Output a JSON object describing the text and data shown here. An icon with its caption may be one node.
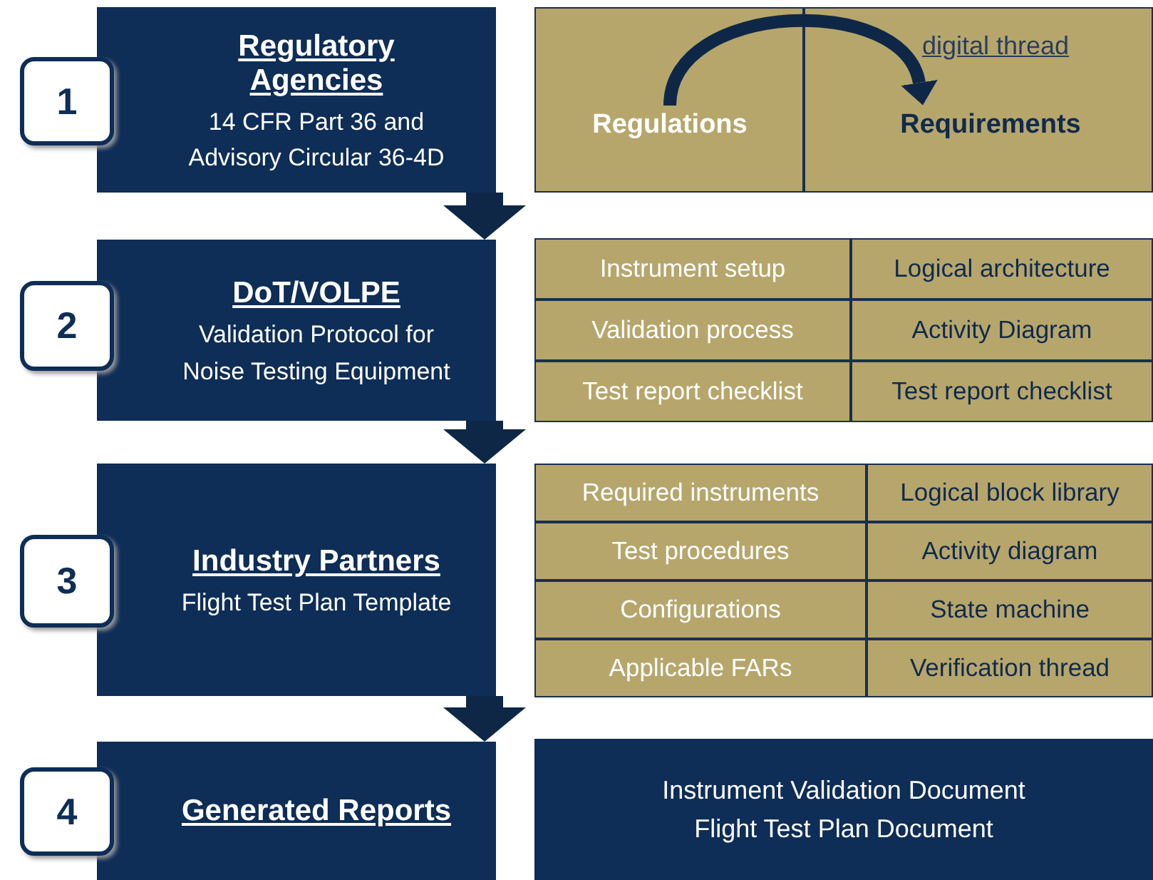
{
  "diagram": {
    "nodes": [
      {
        "text": [
          "1"
        ]
      },
      {
        "text": [
          "Regulatory Agencies",
          "14 CFR Part 36 and Advisory Circular 36-4D"
        ]
      },
      {
        "text": [
          "Regulations"
        ]
      },
      {
        "text": [
          "Requirements"
        ]
      },
      {
        "text": [
          "2"
        ]
      },
      {
        "text": [
          "DoT/VOLPE",
          "Validation Protocol for Noise Testing Equipment"
        ]
      },
      {
        "text": [
          "Instrument setup"
        ]
      },
      {
        "text": [
          "Logical architecture"
        ]
      },
      {
        "text": [
          "Validation process"
        ]
      },
      {
        "text": [
          "Activity Diagram"
        ]
      },
      {
        "text": [
          "Test report checklist"
        ]
      },
      {
        "text": [
          "Test report checklist"
        ]
      },
      {
        "text": [
          "3"
        ]
      },
      {
        "text": [
          "Industry Partners",
          "Flight Test Plan Template"
        ]
      },
      {
        "text": [
          "Required instruments"
        ]
      },
      {
        "text": [
          "Logical block library"
        ]
      },
      {
        "text": [
          "Test procedures"
        ]
      },
      {
        "text": [
          "Activity diagram"
        ]
      },
      {
        "text": [
          "Configurations"
        ]
      },
      {
        "text": [
          "State machine"
        ]
      },
      {
        "text": [
          "Applicable FARs"
        ]
      },
      {
        "text": [
          "Verification thread"
        ]
      },
      {
        "text": [
          "4"
        ]
      },
      {
        "text": [
          "Generated Reports"
        ]
      },
      {
        "text": [
          "Instrument Validation Document",
          "Flight Test Plan Document"
        ]
      }
    ],
    "edges": [
      {
        "from": 2,
        "to": 3,
        "arrow": "to",
        "label": "digital thread"
      },
      {
        "from": 1,
        "to": 5,
        "arrow": "to"
      },
      {
        "from": 5,
        "to": 13,
        "arrow": "to"
      },
      {
        "from": 13,
        "to": 23,
        "arrow": "to"
      }
    ]
  }
}
